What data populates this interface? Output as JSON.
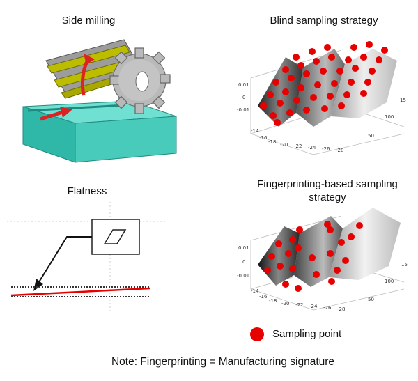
{
  "side_milling": {
    "title": "Side milling"
  },
  "blind": {
    "title": "Blind sampling strategy",
    "z_ticks": [
      "0.01",
      "0",
      "-0.01"
    ],
    "x_ticks": [
      "-14",
      "-16",
      "-18",
      "-20",
      "-22",
      "-24",
      "-26",
      "-28"
    ],
    "y_ticks": [
      "50",
      "100",
      "15"
    ]
  },
  "flatness": {
    "title": "Flatness"
  },
  "fingerprint": {
    "title_line1": "Fingerprinting-based sampling",
    "title_line2": "strategy",
    "z_ticks": [
      "0.01",
      "0",
      "-0.01"
    ],
    "x_ticks": [
      "-14",
      "-16",
      "-18",
      "-20",
      "-22",
      "-24",
      "-26",
      "-28"
    ],
    "y_ticks": [
      "50",
      "100",
      "15"
    ]
  },
  "legend": {
    "label": "Sampling point",
    "marker_color": "#e60000"
  },
  "note": "Note: Fingerprinting = Manufacturing signature",
  "colors": {
    "tolerance_line": "#e60000",
    "workpiece": "#3cc8b8",
    "cutter": "#a8a8a8",
    "flutes": "#b8b800"
  }
}
